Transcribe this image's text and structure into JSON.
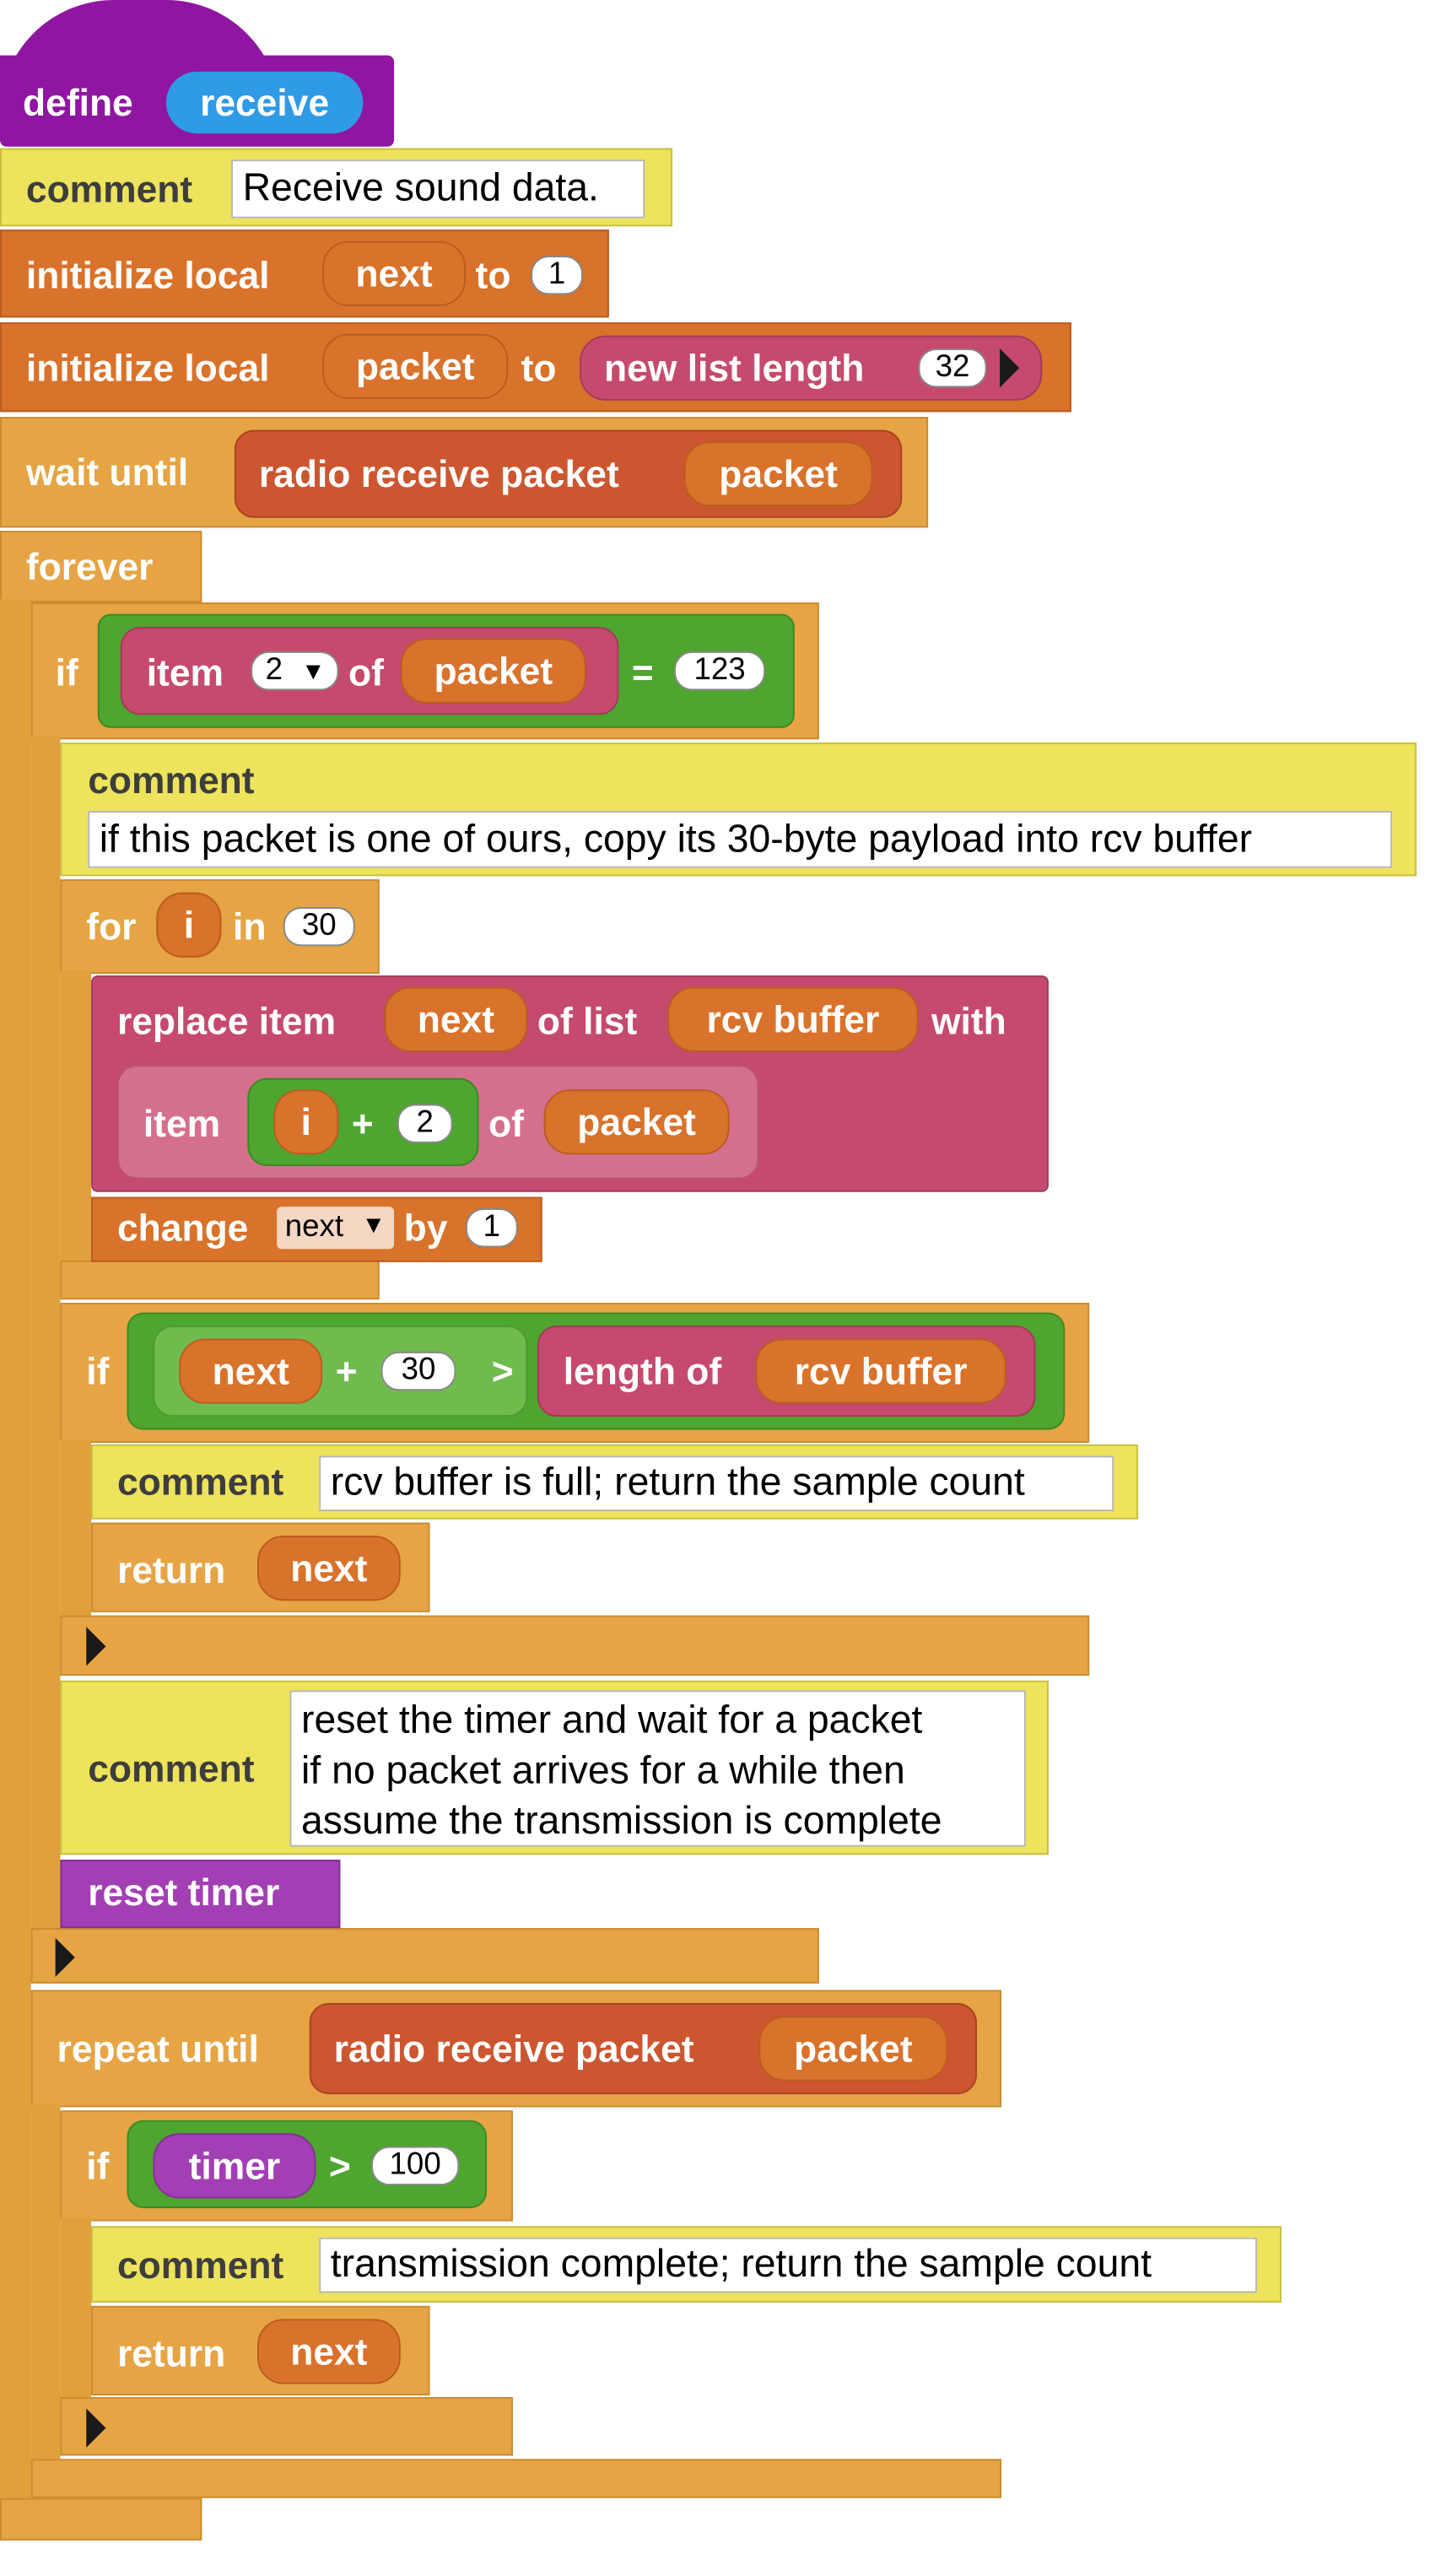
{
  "script": {
    "define": {
      "keyword": "define",
      "name": "receive"
    },
    "comment1": {
      "keyword": "comment",
      "text": "Receive sound data."
    },
    "init_next": {
      "keyword": "initialize local",
      "var": "next",
      "to": "to",
      "value": "1"
    },
    "init_packet": {
      "keyword": "initialize local",
      "var": "packet",
      "to": "to",
      "func": "new list length",
      "length": "32"
    },
    "wait": {
      "keyword": "wait until",
      "func": "radio receive packet",
      "arg": "packet"
    },
    "forever": {
      "keyword": "forever"
    },
    "if1": {
      "keyword": "if",
      "item": "item",
      "index": "2",
      "of": "of",
      "list": "packet",
      "op": "=",
      "value": "123"
    },
    "comment2": {
      "keyword": "comment",
      "text": "if this packet is one of ours, copy its 30-byte payload into rcv buffer"
    },
    "for": {
      "keyword": "for",
      "var": "i",
      "in": "in",
      "count": "30"
    },
    "replace": {
      "keyword": "replace item",
      "index": "next",
      "of_list": "of list",
      "list": "rcv buffer",
      "with": "with",
      "item": "item",
      "i": "i",
      "plus": "+",
      "add": "2",
      "of": "of",
      "src": "packet"
    },
    "change": {
      "keyword": "change",
      "var": "next",
      "by": "by",
      "value": "1"
    },
    "if2": {
      "keyword": "if",
      "left": "next",
      "plus": "+",
      "add": "30",
      "op": ">",
      "length_of": "length of",
      "list": "rcv buffer"
    },
    "comment3": {
      "keyword": "comment",
      "text": "rcv buffer is full; return the sample count"
    },
    "return1": {
      "keyword": "return",
      "value": "next"
    },
    "comment4": {
      "keyword": "comment",
      "lines": [
        "reset the timer and wait for a packet",
        "if no packet arrives for a while then",
        "assume the transmission is complete"
      ]
    },
    "reset_timer": {
      "keyword": "reset timer"
    },
    "repeat": {
      "keyword": "repeat until",
      "func": "radio receive packet",
      "arg": "packet"
    },
    "if3": {
      "keyword": "if",
      "left": "timer",
      "op": ">",
      "value": "100"
    },
    "comment5": {
      "keyword": "comment",
      "text": "transmission complete; return the sample count"
    },
    "return2": {
      "keyword": "return",
      "value": "next"
    }
  },
  "colors": {
    "control": "#e6a444",
    "variables": "#d9722a",
    "comment": "#ede35c",
    "lists": "#c54a6e",
    "operators": "#4ea52f",
    "define": "#8f16a1",
    "timer": "#a23fb4",
    "radio": "#cc5630"
  }
}
